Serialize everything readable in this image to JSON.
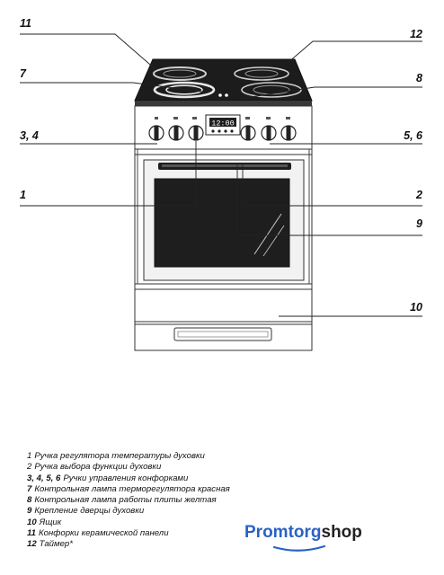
{
  "callouts": {
    "c11": "11",
    "c12": "12",
    "c7": "7",
    "c8": "8",
    "c34": "3, 4",
    "c56": "5, 6",
    "c1": "1",
    "c2": "2",
    "c9": "9",
    "c10": "10"
  },
  "display": {
    "time": "12:00"
  },
  "legend": [
    {
      "num": "1",
      "text": "Ручка регулятора температуры духовки"
    },
    {
      "num": "2",
      "text": "Ручка выбора функции духовки"
    },
    {
      "num": "3, 4, 5, 6",
      "text": "Ручки управления конфорками"
    },
    {
      "num": "7",
      "text": "Контрольная лампа терморегулятора красная"
    },
    {
      "num": "8",
      "text": "Контрольная лампа работы плиты  желтая"
    },
    {
      "num": "9",
      "text": "Крепление дверцы духовки"
    },
    {
      "num": "10",
      "text": "Ящик"
    },
    {
      "num": "11",
      "text": "Конфорки керамической панели"
    },
    {
      "num": "12",
      "text": "Таймер*"
    }
  ],
  "brand": {
    "part1": "Promtorg",
    "part2": "shop"
  }
}
